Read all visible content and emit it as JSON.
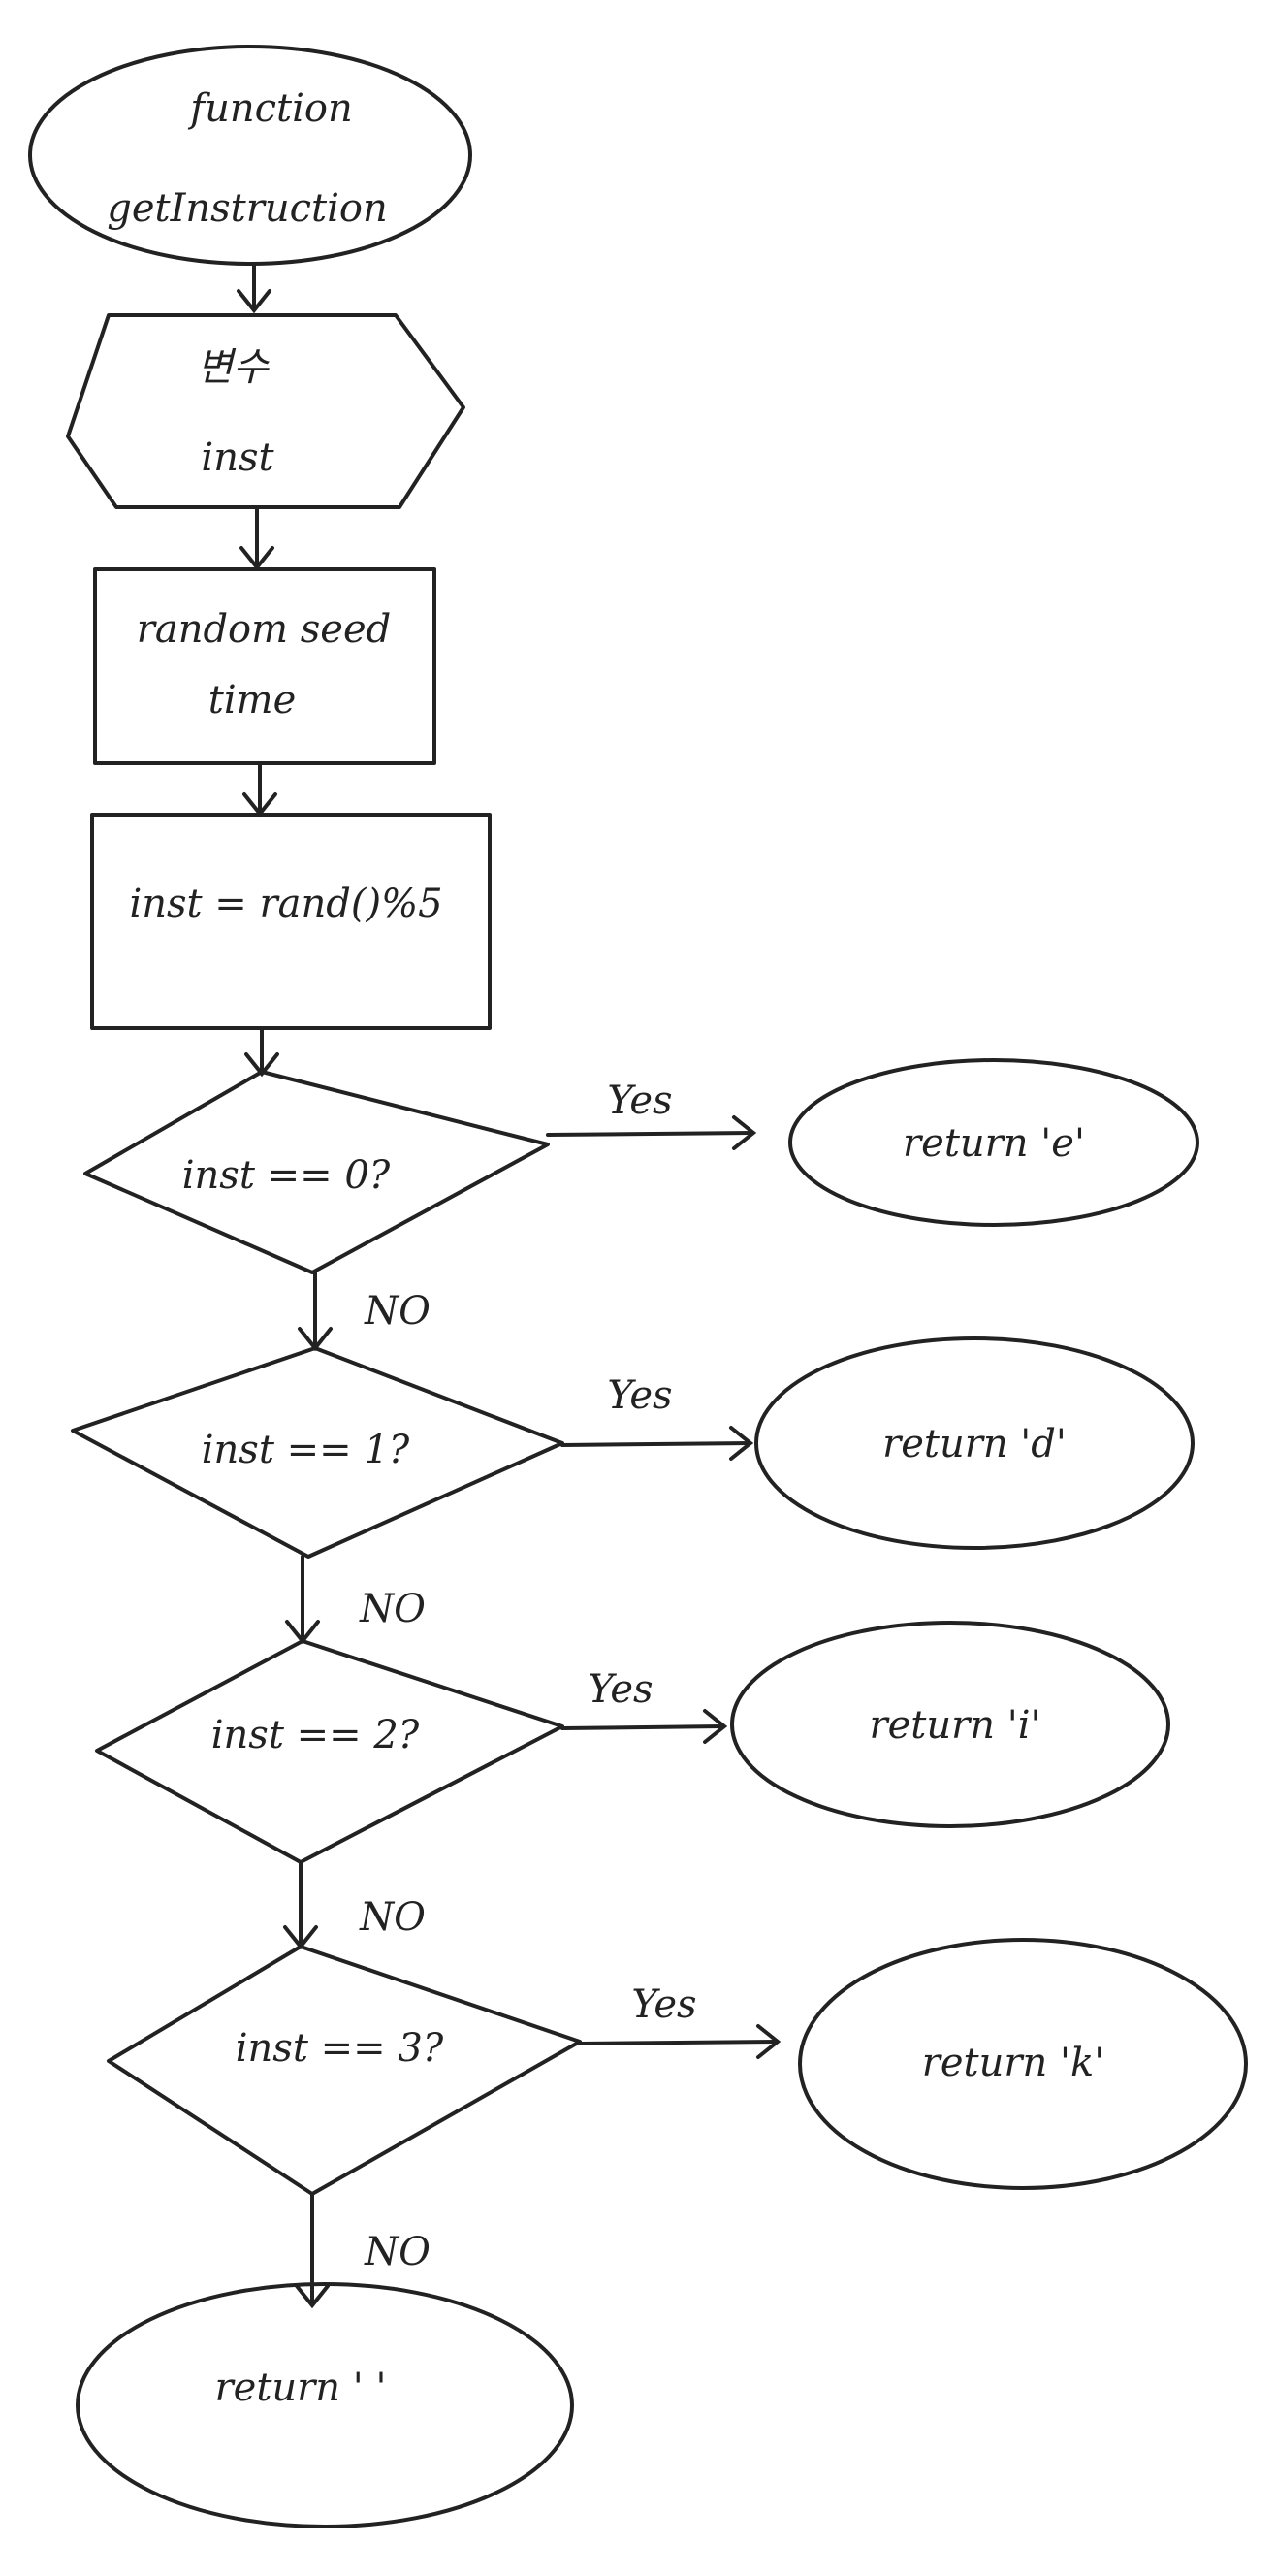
{
  "diagram": {
    "start": {
      "line1": "function",
      "line2": "getInstruction"
    },
    "declare": {
      "line1": "변수",
      "line2": "inst"
    },
    "seed": {
      "line1": "random seed",
      "line2": "time"
    },
    "assign": {
      "text": "inst = rand()%5"
    },
    "decisions": [
      {
        "cond": "inst == 0?",
        "yes_label": "Yes",
        "result": "return 'e'",
        "no_label": "NO"
      },
      {
        "cond": "inst == 1?",
        "yes_label": "Yes",
        "result": "return 'd'",
        "no_label": "NO"
      },
      {
        "cond": "inst == 2?",
        "yes_label": "Yes",
        "result": "return 'i'",
        "no_label": "NO"
      },
      {
        "cond": "inst == 3?",
        "yes_label": "Yes",
        "result": "return 'k'",
        "no_label": "NO"
      }
    ],
    "end": {
      "text": "return ' '"
    }
  }
}
